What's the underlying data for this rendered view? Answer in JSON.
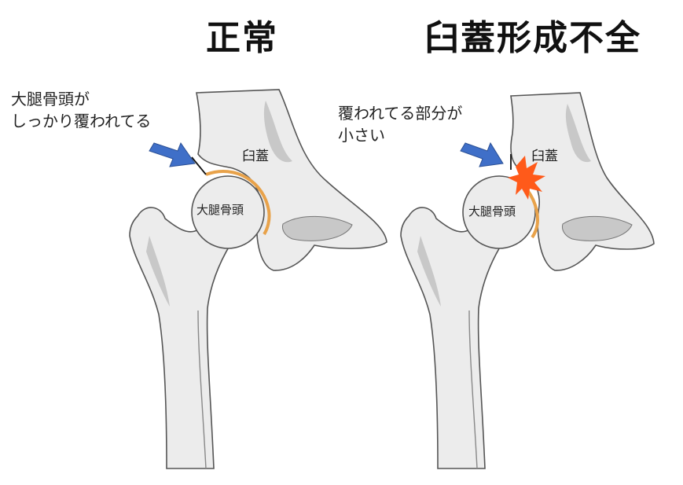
{
  "normal": {
    "title": "正常",
    "annotation_line1": "大腿骨頭が",
    "annotation_line2": "しっかり覆われてる",
    "acetabulum_label": "臼蓋",
    "femoral_head_label": "大腿骨頭"
  },
  "dysplasia": {
    "title": "臼蓋形成不全",
    "annotation_line1": "覆われてる部分が",
    "annotation_line2": "小さい",
    "acetabulum_label": "臼蓋",
    "femoral_head_label": "大腿骨頭"
  },
  "colors": {
    "bone_fill": "#ececec",
    "bone_shadow": "#c8c8c8",
    "bone_outline": "#555555",
    "cartilage": "#e8a24a",
    "arrow": "#3f6fc8",
    "pain_burst": "#ff5a1a"
  }
}
